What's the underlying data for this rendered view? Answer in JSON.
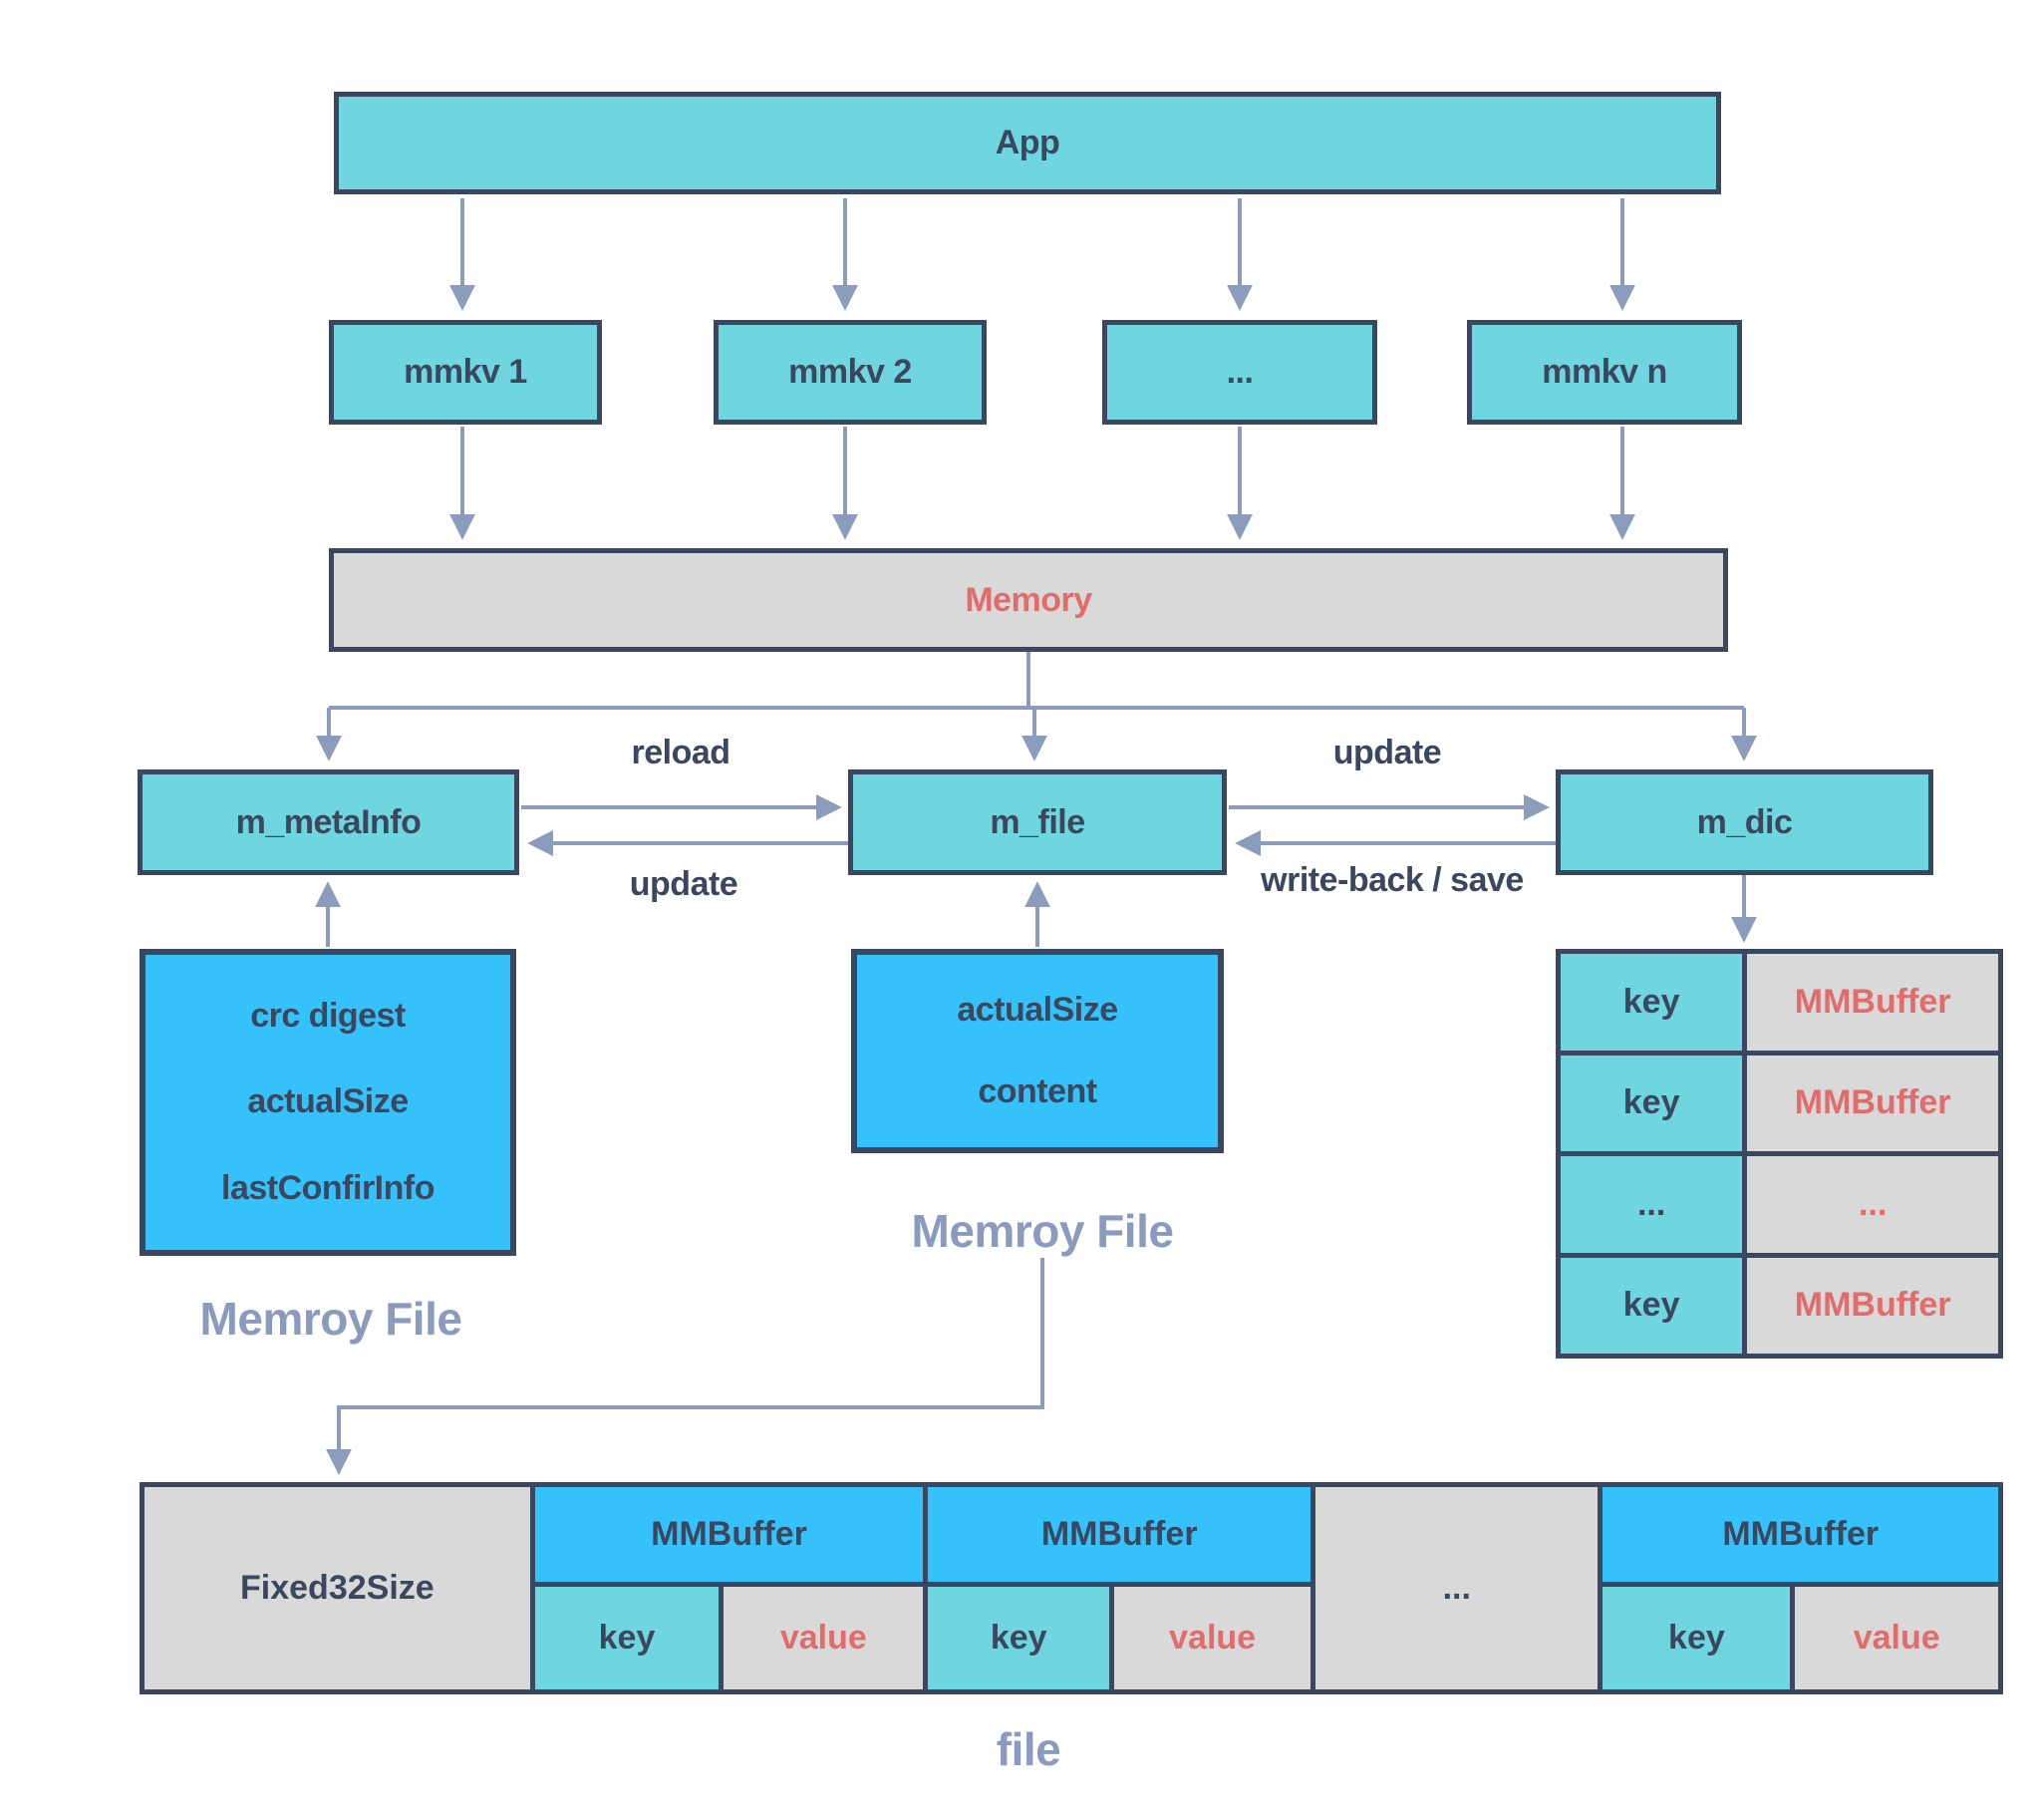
{
  "colors": {
    "box_cyan": "#6fd5df",
    "box_blue": "#35c2fb",
    "box_gray": "#d9d9d9",
    "border_dark": "#3a475f",
    "arrow": "#8b9cbd",
    "coral": "#e06c6c",
    "label_blue_gray": "#8a9bbd"
  },
  "app": {
    "label": "App"
  },
  "mmkv": [
    "mmkv 1",
    "mmkv 2",
    "...",
    "mmkv n"
  ],
  "memory": {
    "label": "Memory"
  },
  "mid": {
    "m_metaInfo": "m_metaInfo",
    "m_file": "m_file",
    "m_dic": "m_dic"
  },
  "edges": {
    "reload": "reload",
    "update_left": "update",
    "update_right": "update",
    "writeback": "write-back / save"
  },
  "meta_box": {
    "lines": [
      "crc digest",
      "actualSize",
      "lastConfirInfo"
    ],
    "label": "Memroy File"
  },
  "file_box": {
    "lines": [
      "actualSize",
      "content"
    ],
    "label": "Memroy File"
  },
  "dic": {
    "rows": [
      {
        "key": "key",
        "value": "MMBuffer"
      },
      {
        "key": "key",
        "value": "MMBuffer"
      },
      {
        "key": "...",
        "value": "..."
      },
      {
        "key": "key",
        "value": "MMBuffer"
      }
    ]
  },
  "file_bar": {
    "fixed": "Fixed32Size",
    "dots": "...",
    "groups": [
      {
        "header": "MMBuffer",
        "key": "key",
        "value": "value"
      },
      {
        "header": "MMBuffer",
        "key": "key",
        "value": "value"
      },
      {
        "header": "MMBuffer",
        "key": "key",
        "value": "value"
      }
    ],
    "label": "file"
  }
}
